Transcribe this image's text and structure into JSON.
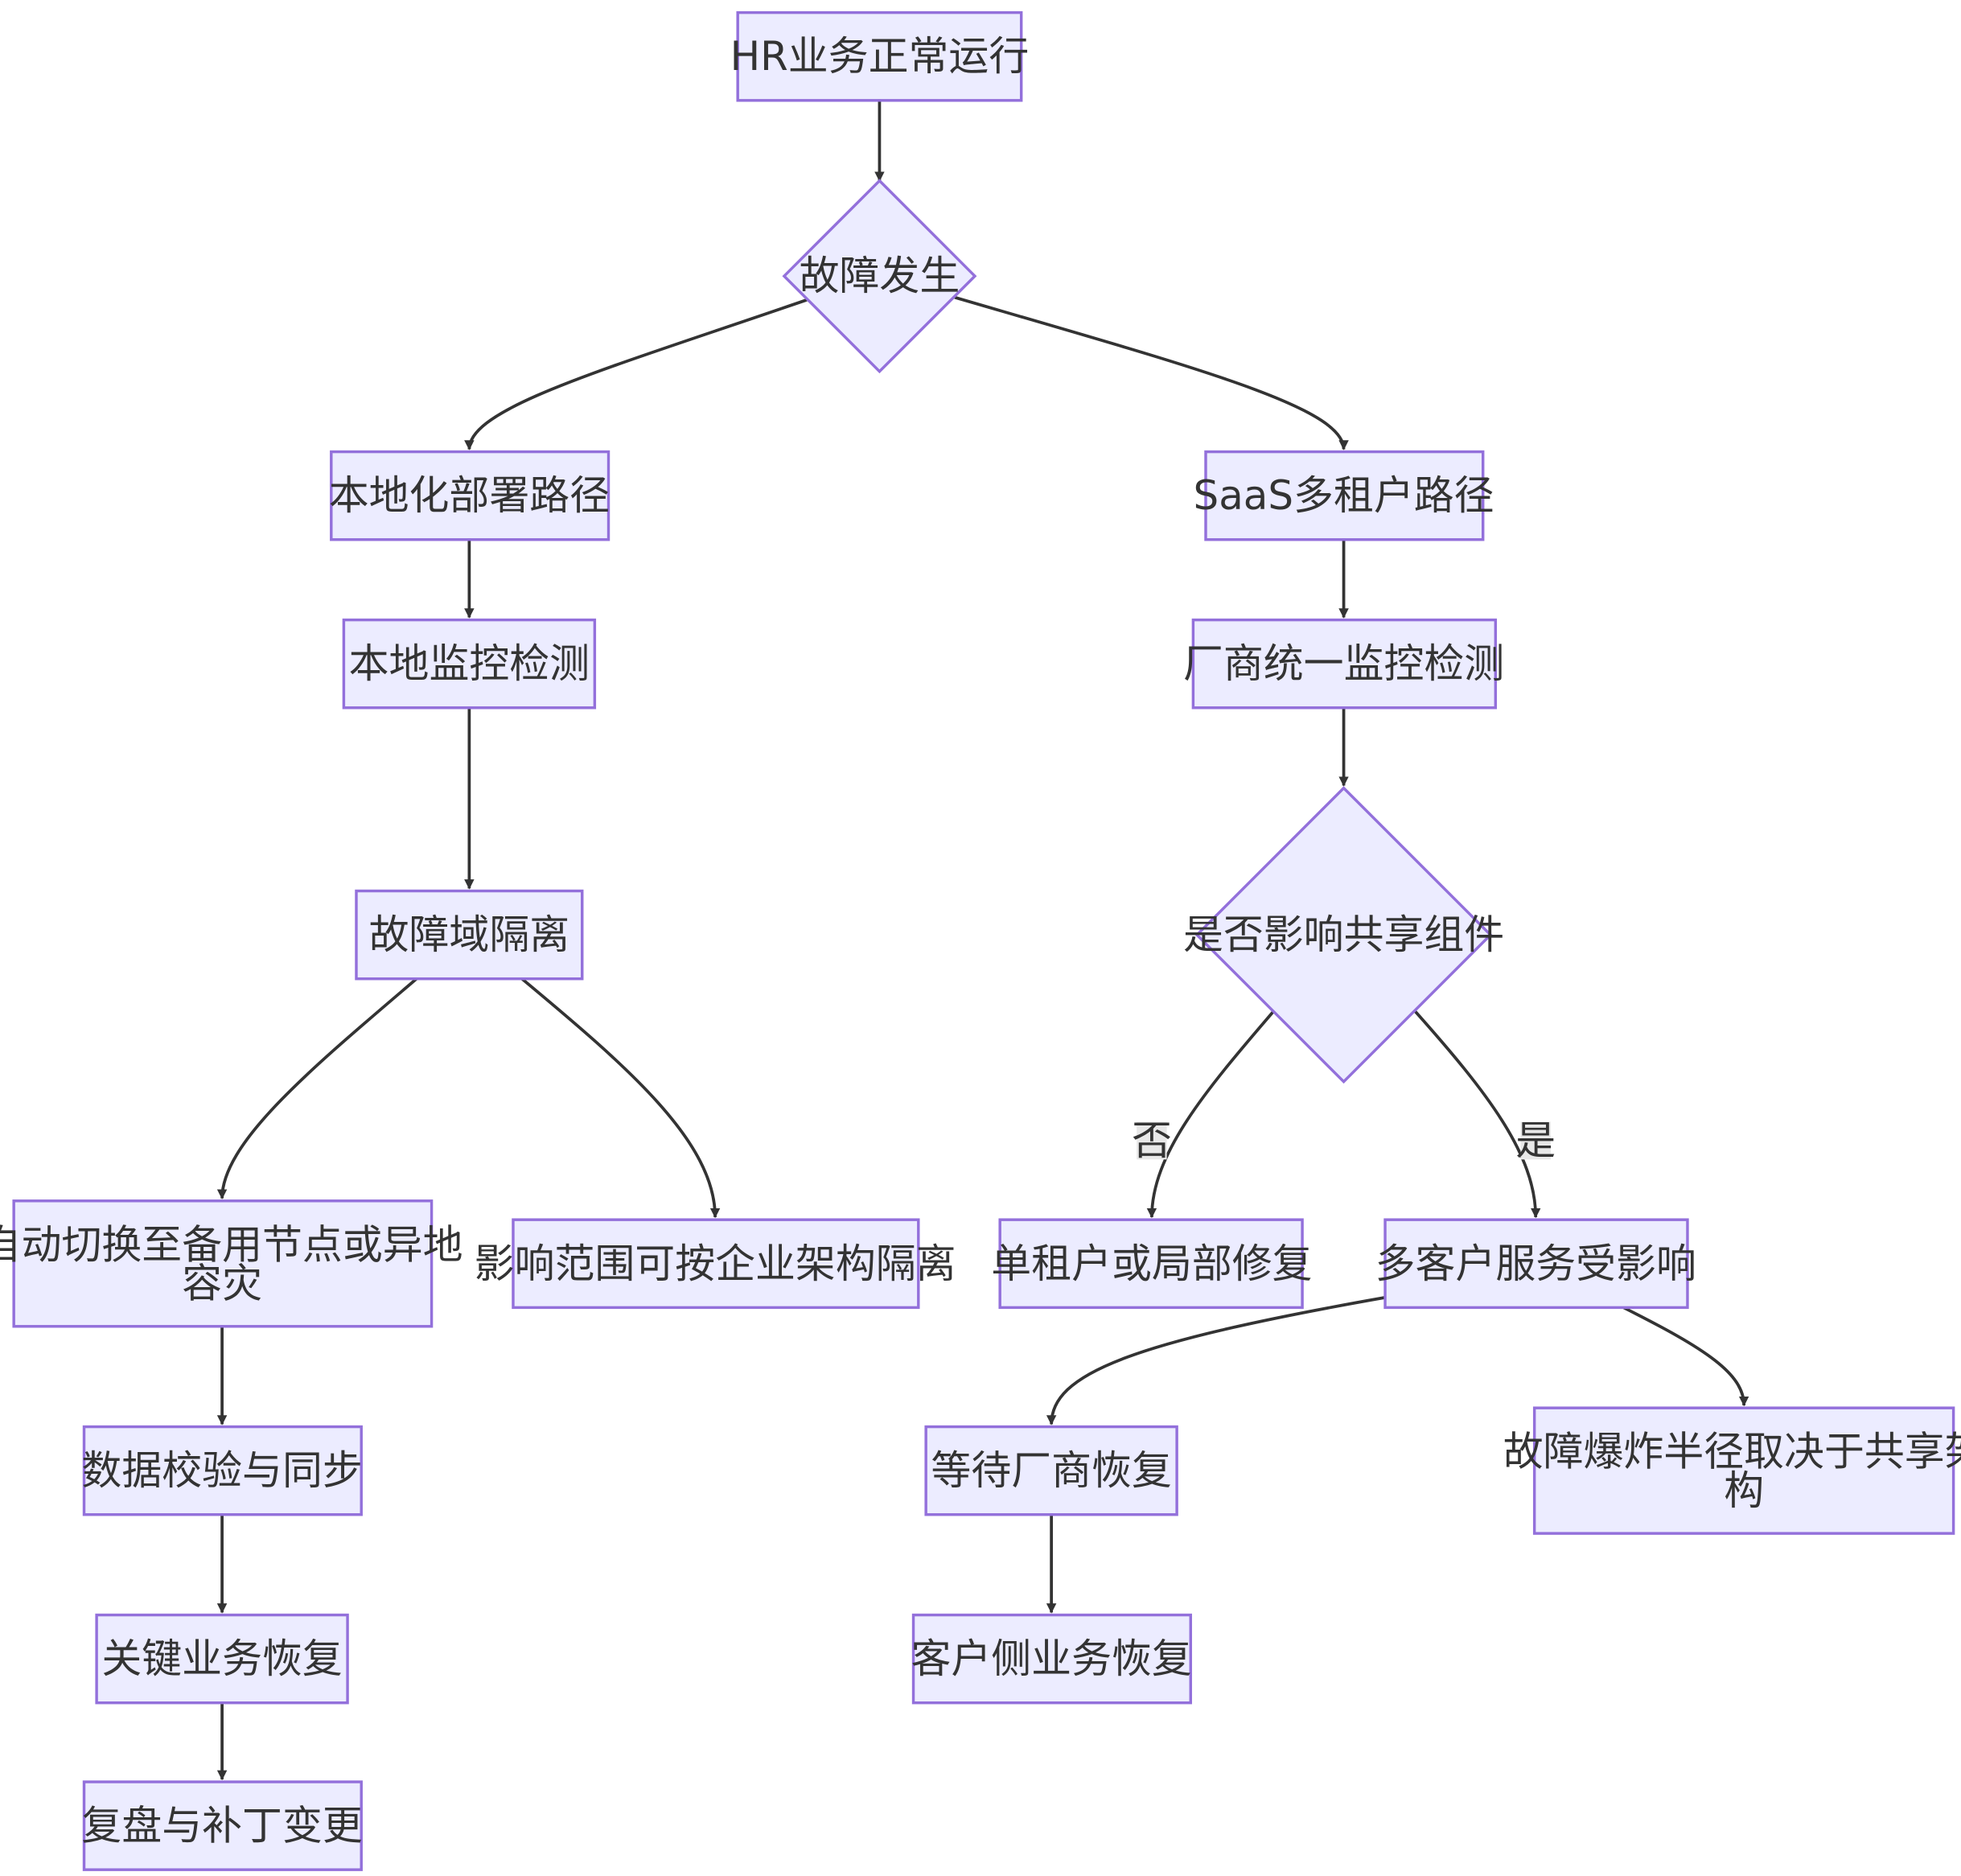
{
  "nodes": {
    "start": "HR业务正常运行",
    "fault": "故障发生",
    "local_path": "本地化部署路径",
    "saas_path": "SaaS多租户路径",
    "local_monitor": "本地监控检测",
    "vendor_monitor": "厂商统一监控检测",
    "fault_isolation": "故障域隔离",
    "shared_decision": "是否影响共享组件",
    "auto_switch_line1": "自动切换至备用节点或异地",
    "auto_switch_line2": "容灾",
    "scope_isolation": "影响范围可按企业架构隔离",
    "single_tenant_fix": "单租户或局部修复",
    "multi_customer_impact": "多客户服务受影响",
    "data_check": "数据校验与同步",
    "wait_vendor": "等待厂商恢复",
    "blast_radius_line1": "故障爆炸半径取决于共享架",
    "blast_radius_line2": "构",
    "key_recovery": "关键业务恢复",
    "customer_recovery": "客户侧业务恢复",
    "review_patch": "复盘与补丁变更"
  },
  "edge_labels": {
    "no": "否",
    "yes": "是"
  }
}
